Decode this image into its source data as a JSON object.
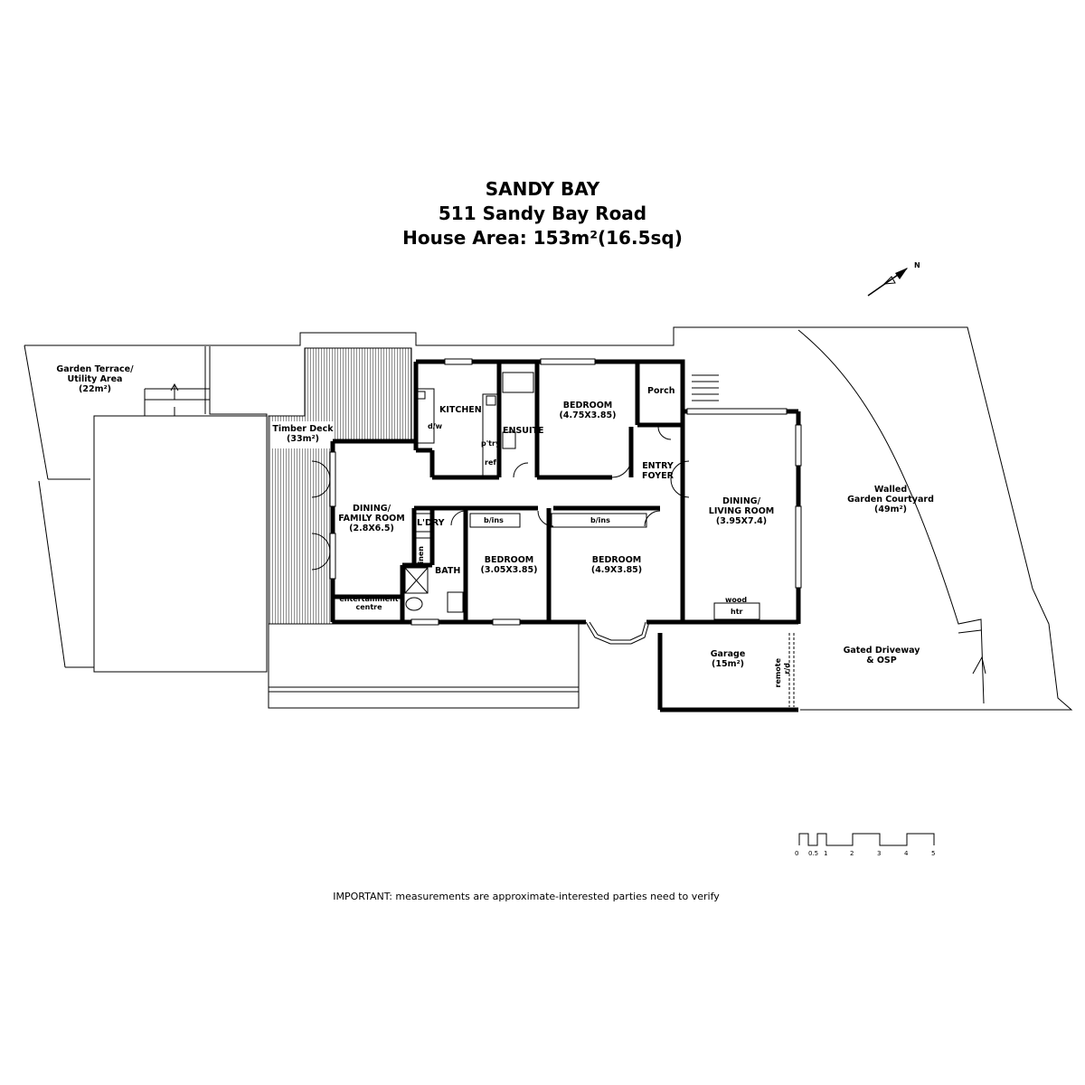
{
  "title": {
    "suburb": "SANDY BAY",
    "address": "511 Sandy Bay Road",
    "area_label": "House Area: 153m²(16.5sq)"
  },
  "compass": {
    "north_label": "N"
  },
  "rooms": {
    "garden_terrace": {
      "name": "Garden Terrace/",
      "name2": "Utility Area",
      "area": "(22m²)"
    },
    "timber_deck": {
      "name": "Timber Deck",
      "area": "(33m²)"
    },
    "kitchen": {
      "name": "KITCHEN",
      "dw": "d/w",
      "ref": "ref",
      "pantry": "p'try"
    },
    "ensuite": {
      "name": "ENSUITE"
    },
    "bedroom1": {
      "name": "BEDROOM",
      "size": "(4.75X3.85)"
    },
    "porch": {
      "name": "Porch"
    },
    "entry": {
      "name": "ENTRY",
      "name2": "FOYER"
    },
    "dining_family": {
      "name": "DINING/",
      "name2": "FAMILY ROOM",
      "size": "(2.8X6.5)"
    },
    "laundry": {
      "name": "L'DRY",
      "linen": "linen"
    },
    "bath": {
      "name": "BATH"
    },
    "entertainment": {
      "name": "entertainment",
      "name2": "centre"
    },
    "bedroom2": {
      "name": "BEDROOM",
      "size": "(3.05X3.85)",
      "bins": "b/ins"
    },
    "bedroom3": {
      "name": "BEDROOM",
      "size": "(4.9X3.85)",
      "bins": "b/ins"
    },
    "dining_living": {
      "name": "DINING/",
      "name2": "LIVING ROOM",
      "size": "(3.95X7.4)",
      "wood": "wood",
      "htr": "htr"
    },
    "garage": {
      "name": "Garage",
      "area": "(15m²)",
      "remote": "remote",
      "rd": "r/d"
    },
    "courtyard": {
      "name": "Walled",
      "name2": "Garden Courtyard",
      "area": "(49m²)"
    },
    "driveway": {
      "name": "Gated Driveway",
      "name2": "& OSP"
    }
  },
  "scale": {
    "ticks": [
      "0",
      "0.5",
      "1",
      "2",
      "3",
      "4",
      "5"
    ]
  },
  "disclaimer": "IMPORTANT: measurements are approximate-interested parties need to verify"
}
